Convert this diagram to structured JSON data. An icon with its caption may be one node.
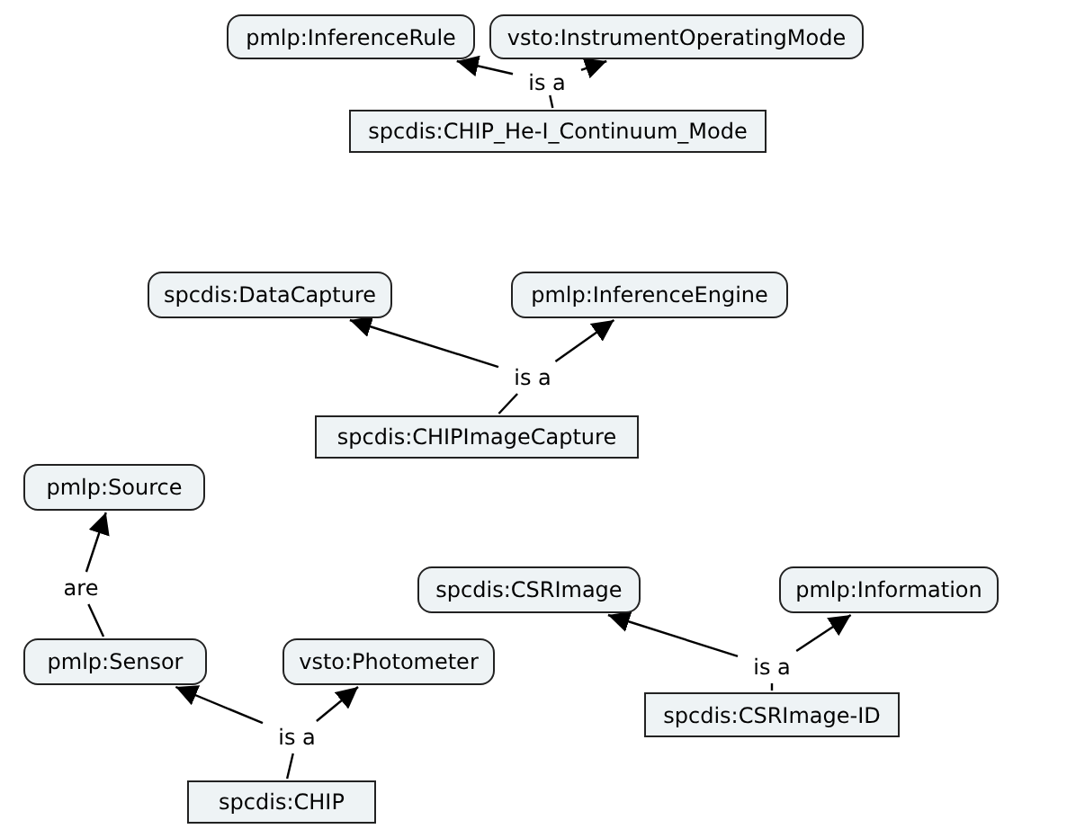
{
  "diagram": {
    "nodes": [
      {
        "text": [
          "pmlp:InferenceRule"
        ]
      },
      {
        "text": [
          "vsto:InstrumentOperatingMode"
        ]
      },
      {
        "text": [
          "is a"
        ]
      },
      {
        "text": [
          "spcdis:CHIP_He-I_Continuum_Mode"
        ]
      },
      {
        "text": [
          "spcdis:DataCapture"
        ]
      },
      {
        "text": [
          "pmlp:InferenceEngine"
        ]
      },
      {
        "text": [
          "is a"
        ]
      },
      {
        "text": [
          "spcdis:CHIPImageCapture"
        ]
      },
      {
        "text": [
          "pmlp:Source"
        ]
      },
      {
        "text": [
          "are"
        ]
      },
      {
        "text": [
          "spcdis:CSRImage"
        ]
      },
      {
        "text": [
          "pmlp:Information"
        ]
      },
      {
        "text": [
          "is a"
        ]
      },
      {
        "text": [
          "spcdis:CSRImage-ID"
        ]
      },
      {
        "text": [
          "pmlp:Sensor"
        ]
      },
      {
        "text": [
          "vsto:Photometer"
        ]
      },
      {
        "text": [
          "is a"
        ]
      },
      {
        "text": [
          "spcdis:CHIP"
        ]
      }
    ],
    "edges": [
      {
        "from": 3,
        "to": 2,
        "arrow": "none"
      },
      {
        "from": 2,
        "to": 0,
        "arrow": "to"
      },
      {
        "from": 2,
        "to": 1,
        "arrow": "to"
      },
      {
        "from": 7,
        "to": 6,
        "arrow": "none"
      },
      {
        "from": 6,
        "to": 4,
        "arrow": "to"
      },
      {
        "from": 6,
        "to": 5,
        "arrow": "to"
      },
      {
        "from": 14,
        "to": 9,
        "arrow": "none"
      },
      {
        "from": 9,
        "to": 8,
        "arrow": "to"
      },
      {
        "from": 13,
        "to": 12,
        "arrow": "none"
      },
      {
        "from": 12,
        "to": 10,
        "arrow": "to"
      },
      {
        "from": 12,
        "to": 11,
        "arrow": "to"
      },
      {
        "from": 17,
        "to": 16,
        "arrow": "none"
      },
      {
        "from": 16,
        "to": 14,
        "arrow": "to"
      },
      {
        "from": 16,
        "to": 15,
        "arrow": "to"
      }
    ]
  }
}
